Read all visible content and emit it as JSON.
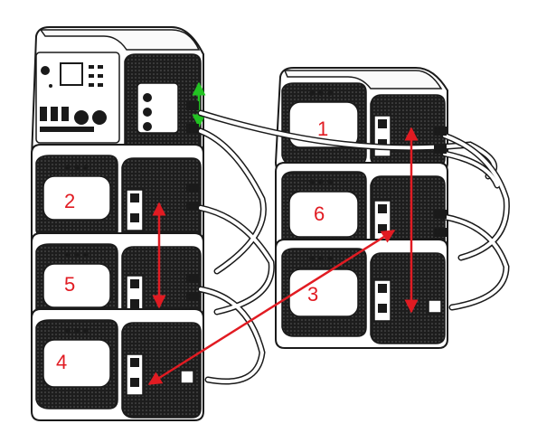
{
  "diagram": {
    "labels": {
      "unit_1": "1",
      "unit_2": "2",
      "unit_3": "3",
      "unit_4": "4",
      "unit_5": "5",
      "unit_6": "6"
    },
    "colors": {
      "arrow": "#e11b22",
      "green_arrow": "#22c322",
      "outline": "#1a1a1a",
      "panel": "#2b2b2b",
      "cable": "#ffffff"
    }
  }
}
